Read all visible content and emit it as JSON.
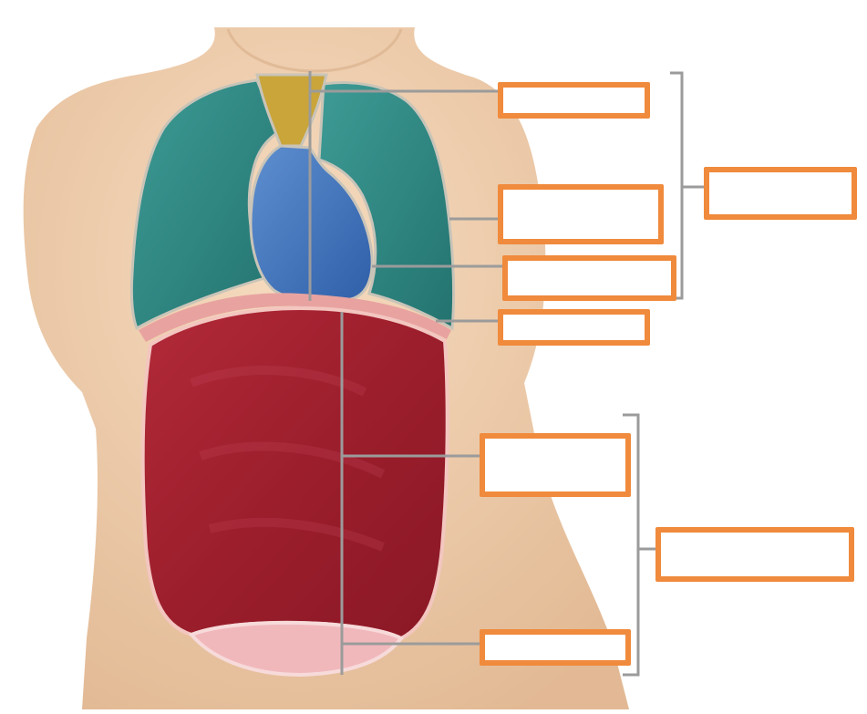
{
  "diagram": {
    "colors": {
      "skin": "#f1d2b0",
      "skin_shadow": "#d8ae88",
      "lung": "#2f8b86",
      "mediastinum": "#c9a53a",
      "pericardium": "#3d6fb8",
      "diaphragm": "#e8a3a0",
      "abdominal_cavity": "#a3202f",
      "pelvic_cavity": "#f1b8bc",
      "leader_line": "#9b9b9b",
      "label_border": "#f08a3c"
    },
    "regions": [
      {
        "id": "mediastinum",
        "icon": "mediastinum-region"
      },
      {
        "id": "pleural-cavity-left",
        "icon": "lung-region"
      },
      {
        "id": "pleural-cavity-right",
        "icon": "lung-region"
      },
      {
        "id": "pericardial-cavity",
        "icon": "heart-region"
      },
      {
        "id": "diaphragm",
        "icon": "diaphragm-band"
      },
      {
        "id": "abdominal-cavity",
        "icon": "abdomen-region"
      },
      {
        "id": "pelvic-cavity",
        "icon": "pelvis-region"
      }
    ],
    "labels": [
      {
        "id": "label-1",
        "text": ""
      },
      {
        "id": "label-2",
        "text": ""
      },
      {
        "id": "label-3",
        "text": ""
      },
      {
        "id": "label-4",
        "text": ""
      },
      {
        "id": "label-5",
        "text": ""
      },
      {
        "id": "label-6",
        "text": ""
      },
      {
        "id": "label-7",
        "text": ""
      },
      {
        "id": "label-8",
        "text": ""
      }
    ]
  }
}
